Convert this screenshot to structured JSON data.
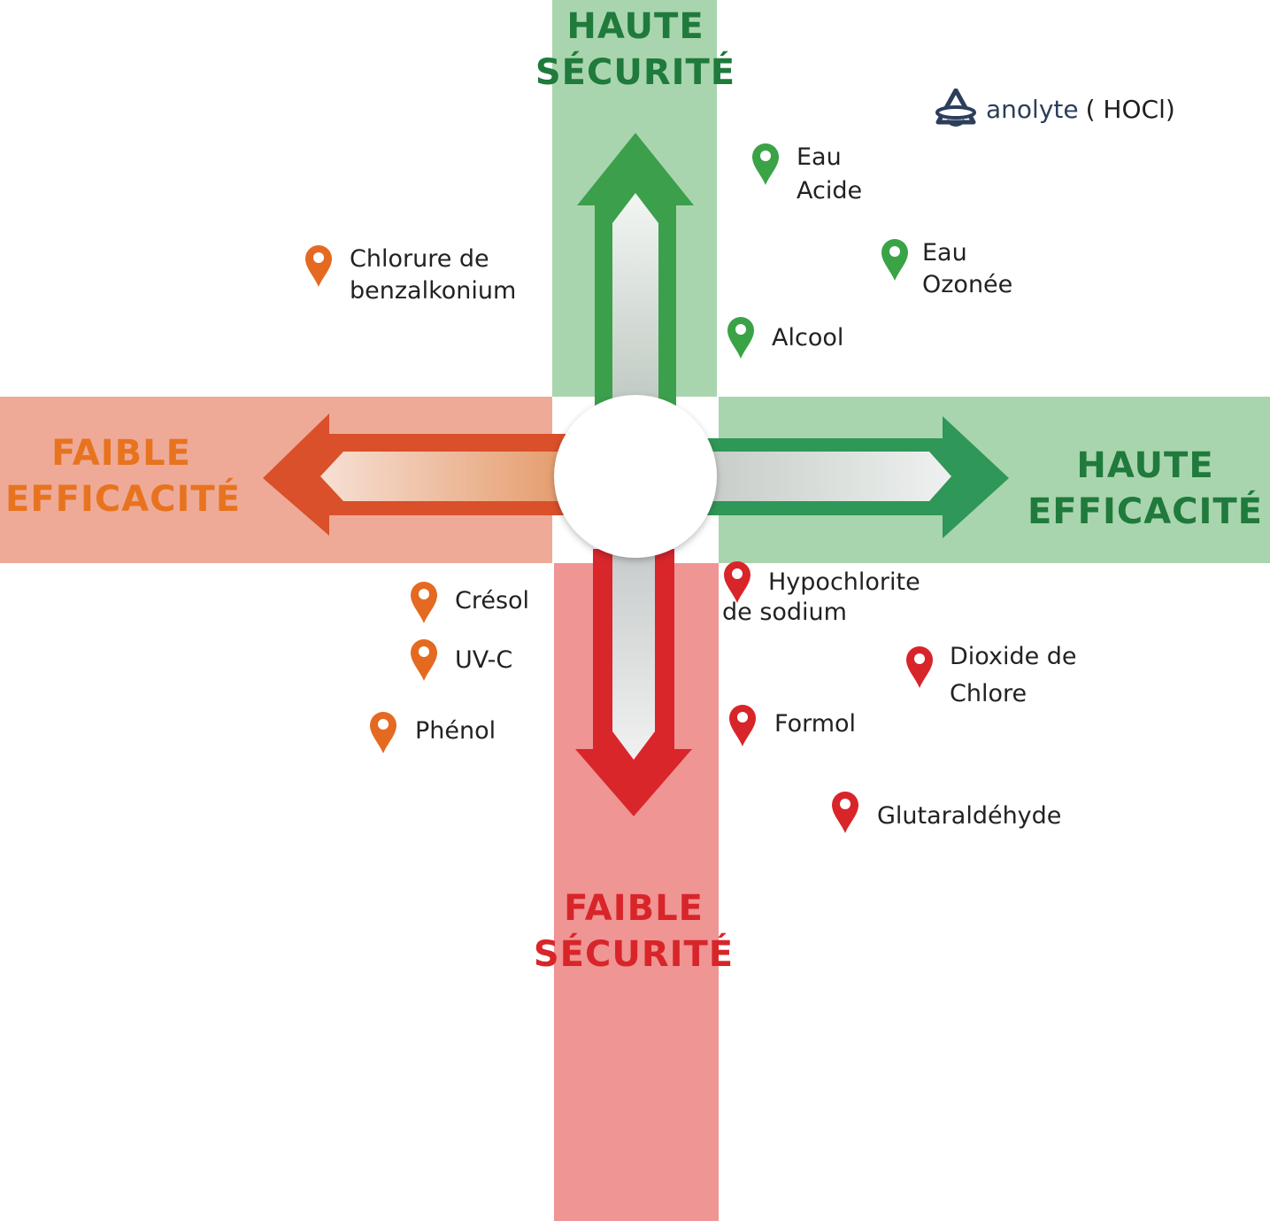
{
  "colors": {
    "green_band": "#a9d5ae",
    "orange_band": "#eeaa96",
    "red_band": "#ef9594",
    "green_text": "#1f7a3c",
    "orange_text": "#e8731f",
    "red_text": "#d8252a",
    "green_pin": "#3aa346",
    "orange_pin": "#e46a22",
    "red_pin": "#d8252a"
  },
  "axes": {
    "top": [
      "HAUTE",
      "SÉCURITÉ"
    ],
    "bottom": [
      "FAIBLE",
      "SÉCURITÉ"
    ],
    "left": [
      "FAIBLE",
      "EFFICACITÉ"
    ],
    "right": [
      "HAUTE",
      "EFFICACITÉ"
    ]
  },
  "brand": {
    "logo_icon": "anolyte-logo-icon",
    "name": "anolyte",
    "formula": "( HOCl)"
  },
  "markers": {
    "eau_acide": {
      "line1": "Eau",
      "line2": "Acide",
      "color": "green"
    },
    "eau_ozonee": {
      "line1": "Eau",
      "line2": "Ozonée",
      "color": "green"
    },
    "alcool": {
      "line1": "Alcool",
      "color": "green"
    },
    "chlorure": {
      "line1": "Chlorure de",
      "line2": "benzalkonium",
      "color": "orange"
    },
    "cresol": {
      "line1": "Crésol",
      "color": "orange"
    },
    "uvc": {
      "line1": "UV-C",
      "color": "orange"
    },
    "phenol": {
      "line1": "Phénol",
      "color": "orange"
    },
    "hypochlorite": {
      "line1": "Hypochlorite",
      "line2": "de sodium",
      "color": "red"
    },
    "dioxide": {
      "line1": "Dioxide de",
      "line2": "Chlore",
      "color": "red"
    },
    "formol": {
      "line1": "Formol",
      "color": "red"
    },
    "glutaraldehyde": {
      "line1": "Glutaraldéhyde",
      "color": "red"
    }
  }
}
